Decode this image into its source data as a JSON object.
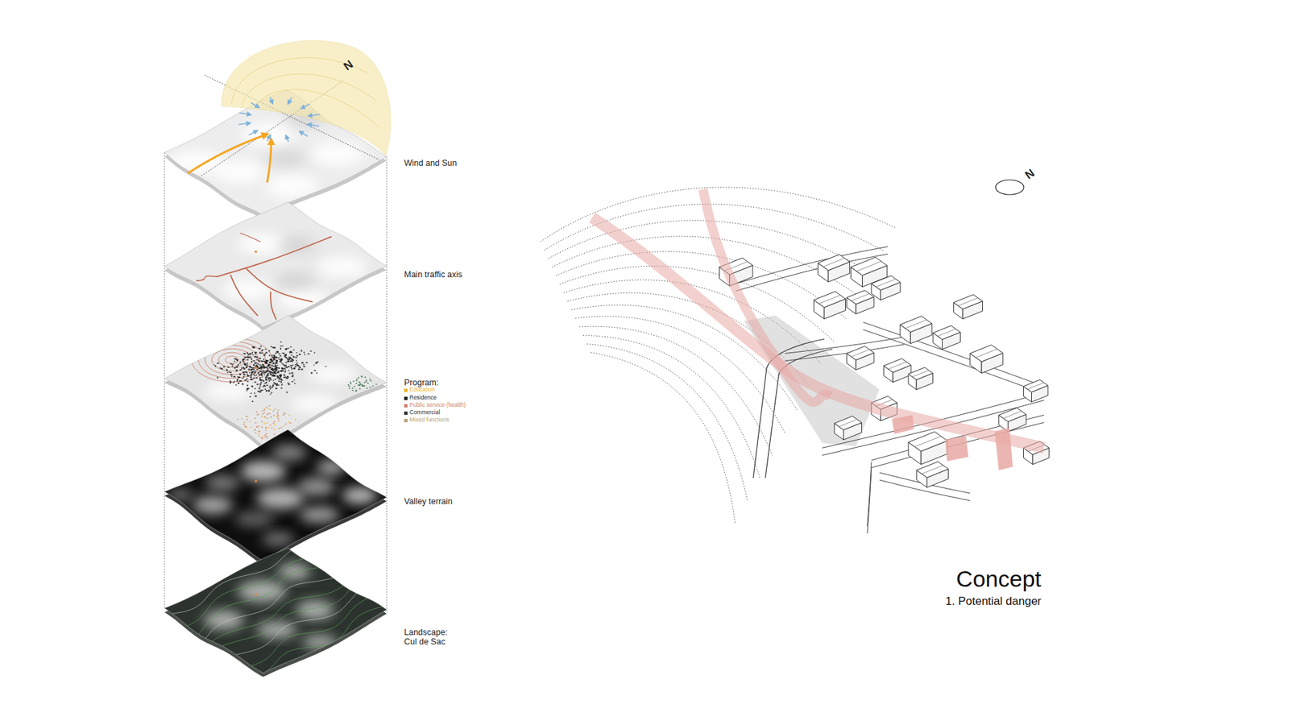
{
  "diagram": {
    "title": "Concept",
    "caption": "1. Potential danger",
    "labels": [
      "N",
      "Wind and Sun",
      "Main traffic axis",
      "Program:",
      "Valley terrain",
      "Landscape: Cul de Sac",
      "N"
    ],
    "legend": [
      {
        "text": "Education",
        "color": "#f0b429"
      },
      {
        "text": "Residence",
        "color": "#222222"
      },
      {
        "text": "Public service (health)",
        "color": "#d0826a"
      },
      {
        "text": "Commercial",
        "color": "#333333"
      },
      {
        "text": "Mixed functions",
        "color": "#b8a27a"
      }
    ]
  }
}
